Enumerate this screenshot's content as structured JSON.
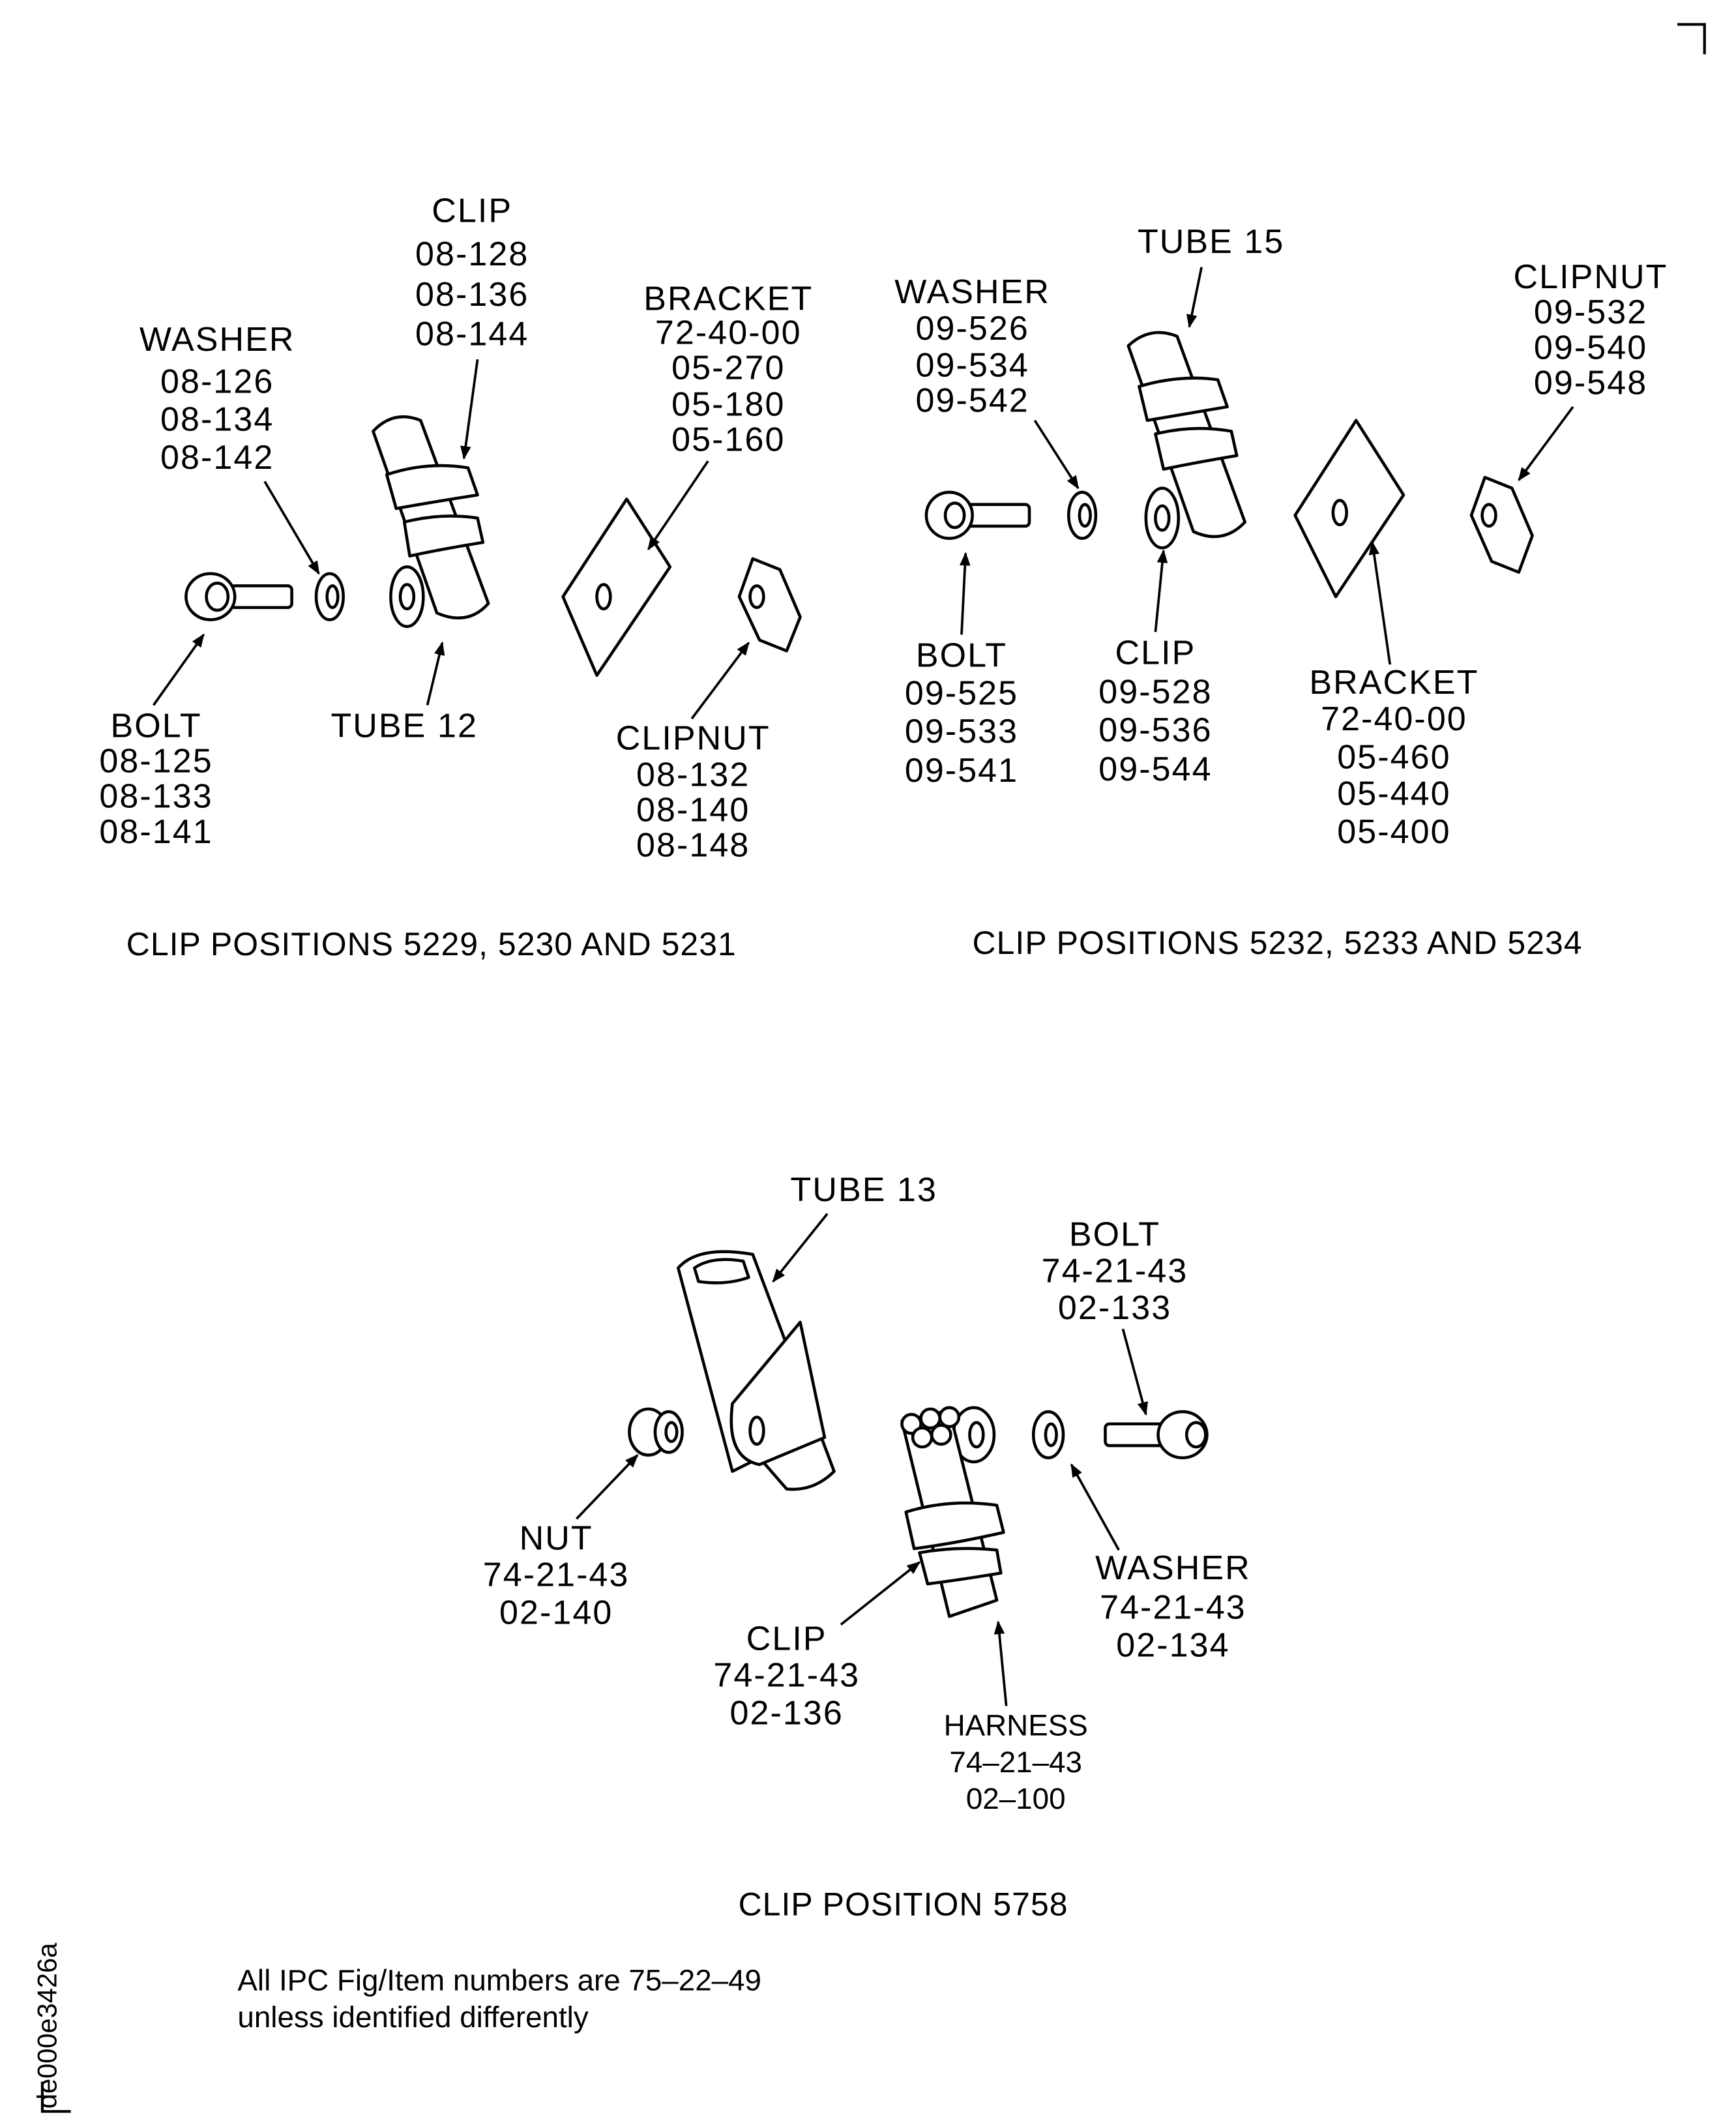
{
  "group1": {
    "clip": [
      "CLIP",
      "08-128",
      "08-136",
      "08-144"
    ],
    "washer": [
      "WASHER",
      "08-126",
      "08-134",
      "08-142"
    ],
    "bracket": [
      "BRACKET",
      "72-40-00",
      "05-270",
      "05-180",
      "05-160"
    ],
    "bolt": [
      "BOLT",
      "08-125",
      "08-133",
      "08-141"
    ],
    "tube": "TUBE  12",
    "clipnut": [
      "CLIPNUT",
      "08-132",
      "08-140",
      "08-148"
    ],
    "caption": "CLIP POSITIONS 5229, 5230 AND 5231"
  },
  "group2": {
    "tube": "TUBE  15",
    "washer": [
      "WASHER",
      "09-526",
      "09-534",
      "09-542"
    ],
    "clipnut": [
      "CLIPNUT",
      "09-532",
      "09-540",
      "09-548"
    ],
    "bolt": [
      "BOLT",
      "09-525",
      "09-533",
      "09-541"
    ],
    "clip": [
      "CLIP",
      "09-528",
      "09-536",
      "09-544"
    ],
    "bracket": [
      "BRACKET",
      "72-40-00",
      "05-460",
      "05-440",
      "05-400"
    ],
    "caption": "CLIP POSITIONS 5232, 5233 AND 5234"
  },
  "group3": {
    "tube": "TUBE  13",
    "bolt": [
      "BOLT",
      "74-21-43",
      "02-133"
    ],
    "nut": [
      "NUT",
      "74-21-43",
      "02-140"
    ],
    "clip": [
      "CLIP",
      "74-21-43",
      "02-136"
    ],
    "harness": [
      "HARNESS",
      "74–21–43",
      "02–100"
    ],
    "washer": [
      "WASHER",
      "74-21-43",
      "02-134"
    ],
    "caption": "CLIP POSITION 5758"
  },
  "note": [
    "All IPC Fig/Item numbers are 75–22–49",
    "unless identified differently"
  ],
  "drawing_id": "de000e3426a"
}
